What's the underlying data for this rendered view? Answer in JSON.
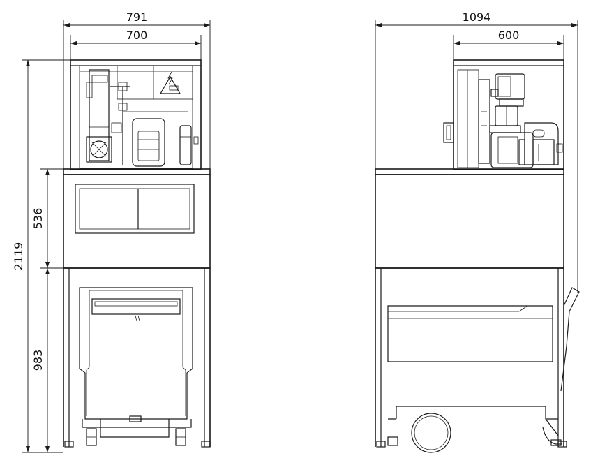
{
  "dimensions": {
    "front_overall_width": "791",
    "front_body_width": "700",
    "side_overall_depth": "1094",
    "side_body_depth": "600",
    "overall_height": "2119",
    "upper_section_height": "536",
    "lower_section_height": "983"
  }
}
